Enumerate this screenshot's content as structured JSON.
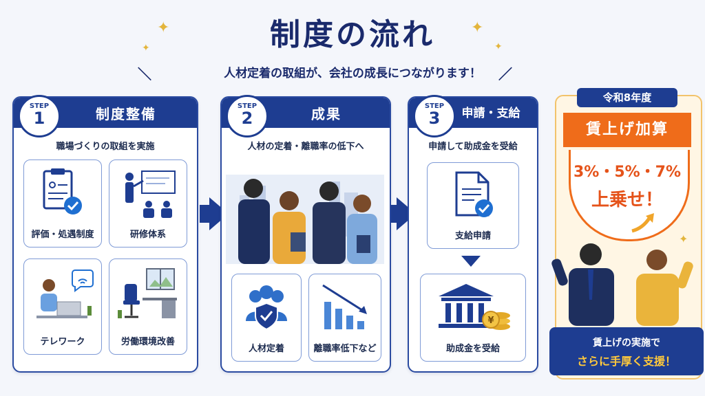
{
  "header": {
    "title": "制度の流れ",
    "subtitle": "人材定着の取組が、会社の成長につながります！"
  },
  "steps": [
    {
      "badge_label": "STEP",
      "badge_num": "1",
      "title": "制度整備",
      "subtitle": "職場づくりの取組を実施",
      "tiles": [
        "評価・処遇制度",
        "研修体系",
        "テレワーク",
        "労働環境改善"
      ]
    },
    {
      "badge_label": "STEP",
      "badge_num": "2",
      "title": "成果",
      "subtitle": "人材の定着・離職率の低下へ",
      "tiles": [
        "人材定着",
        "離職率低下など"
      ]
    },
    {
      "badge_label": "STEP",
      "badge_num": "3",
      "title": "申請・支給",
      "subtitle": "申請して助成金を受給",
      "tiles": [
        "支給申請",
        "助成金を受給"
      ]
    }
  ],
  "bonus": {
    "tag": "令和8年度",
    "banner": "賃上げ加算",
    "rates": "3%・5%・7%",
    "boost": "上乗せ！",
    "footer_line1": "賃上げの実施で",
    "footer_line2": "さらに手厚く支援！"
  },
  "colors": {
    "navy": "#1e3d91",
    "orange": "#ef6c1a",
    "gold": "#e3b53c"
  }
}
